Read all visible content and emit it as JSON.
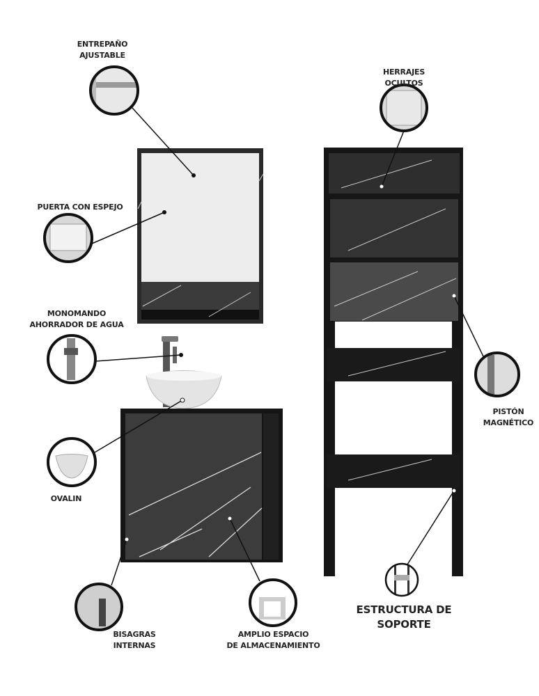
{
  "callouts": {
    "entrepano": [
      "ENTREPAÑO",
      "AJUSTABLE"
    ],
    "puerta": [
      "PUERTA CON ESPEJO"
    ],
    "monomando": [
      "MONOMANDO",
      "AHORRADOR DE AGUA"
    ],
    "ovalin": [
      "OVALIN"
    ],
    "bisagras": [
      "BISAGRAS",
      "INTERNAS"
    ],
    "amplio": [
      "AMPLIO ESPACIO",
      "DE ALMACENAMIENTO"
    ],
    "herrajes": [
      "HERRAJES",
      "OCULTOS"
    ],
    "piston": [
      "PISTÓN",
      "MAGNÉTICO"
    ],
    "estructura": [
      "ESTRUCTURA DE",
      "SOPORTE"
    ]
  },
  "colors": {
    "marble": "#1c1c1c",
    "marble_mid": "#3a3a3a",
    "vein": "#d8d8d8",
    "mirror": "#ececec",
    "line": "#111111"
  }
}
